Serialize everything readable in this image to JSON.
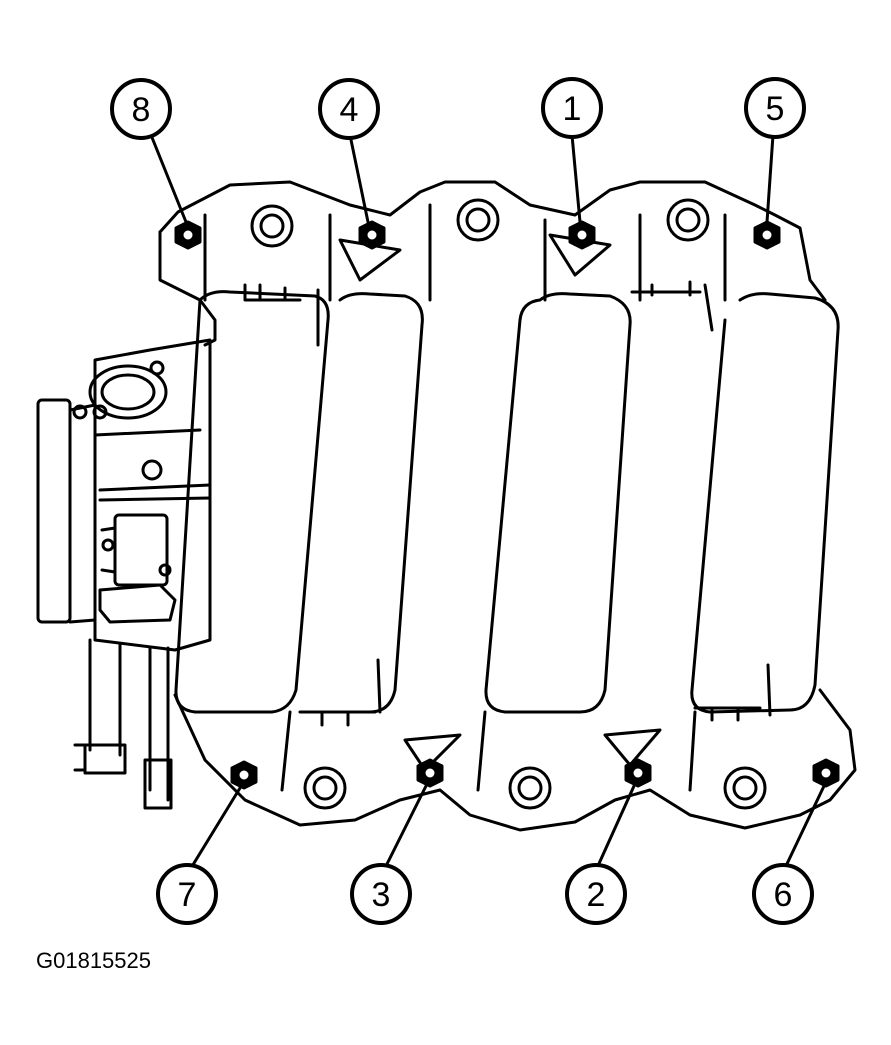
{
  "figure_code": "G01815525",
  "callouts": [
    {
      "label": "8"
    },
    {
      "label": "4"
    },
    {
      "label": "1"
    },
    {
      "label": "5"
    },
    {
      "label": "7"
    },
    {
      "label": "3"
    },
    {
      "label": "2"
    },
    {
      "label": "6"
    }
  ],
  "colors": {
    "line": "#000000",
    "fill": "#ffffff"
  }
}
